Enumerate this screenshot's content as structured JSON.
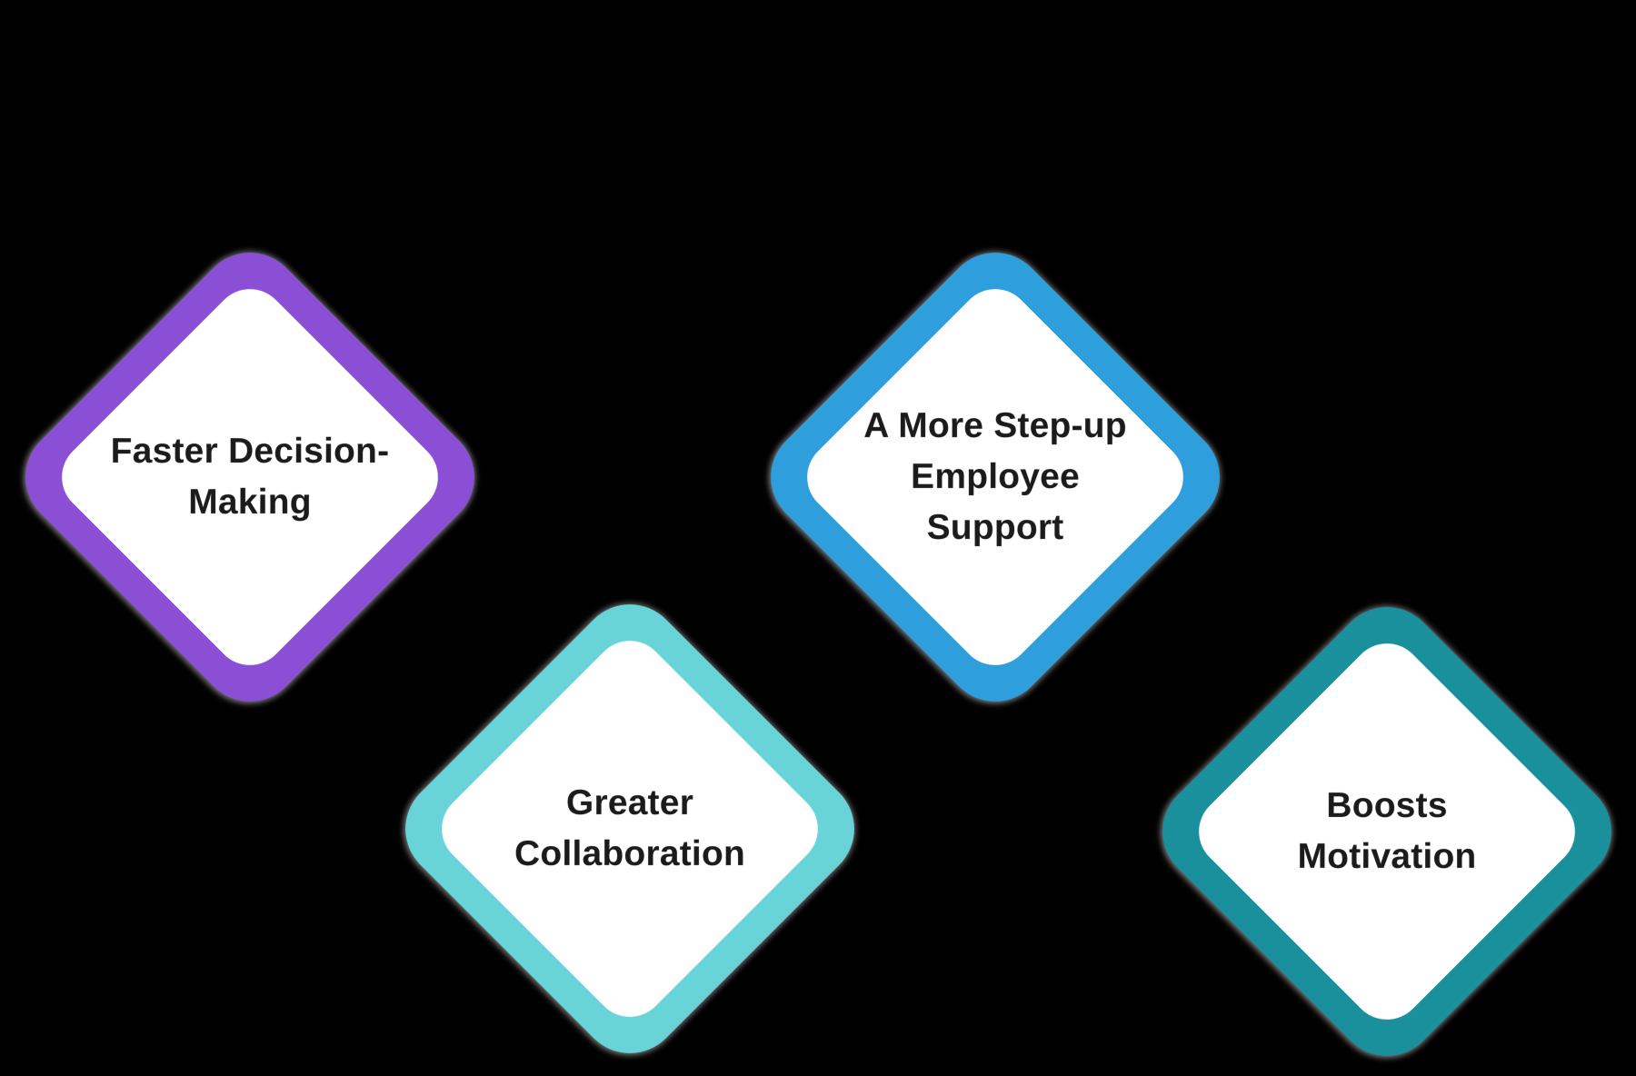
{
  "page": {
    "background_color": "#000000"
  },
  "diamonds": [
    {
      "name": "faster-decision-making",
      "border_color": "#8B4FD6",
      "fill_color": "#FFFFFF",
      "text_color": "#1B1B1B",
      "label": "Faster Decision-Making",
      "lines": [
        "Faster Decision-",
        "Making"
      ]
    },
    {
      "name": "a-more-step-up-employee-support",
      "border_color": "#2E9EDC",
      "fill_color": "#FFFFFF",
      "text_color": "#1B1B1B",
      "label": "A More Step-up Employee Support",
      "lines": [
        "A More Step-up",
        "Employee",
        "Support"
      ]
    },
    {
      "name": "greater-collaboration",
      "border_color": "#68D4D7",
      "fill_color": "#FFFFFF",
      "text_color": "#1B1B1B",
      "label": "Greater Collaboration",
      "lines": [
        "Greater",
        "Collaboration"
      ]
    },
    {
      "name": "boosts-motivation",
      "border_color": "#1A909D",
      "fill_color": "#FFFFFF",
      "text_color": "#1B1B1B",
      "label": "Boosts Motivation",
      "lines": [
        "Boosts",
        "Motivation"
      ]
    }
  ],
  "shadow_color": "#888888"
}
